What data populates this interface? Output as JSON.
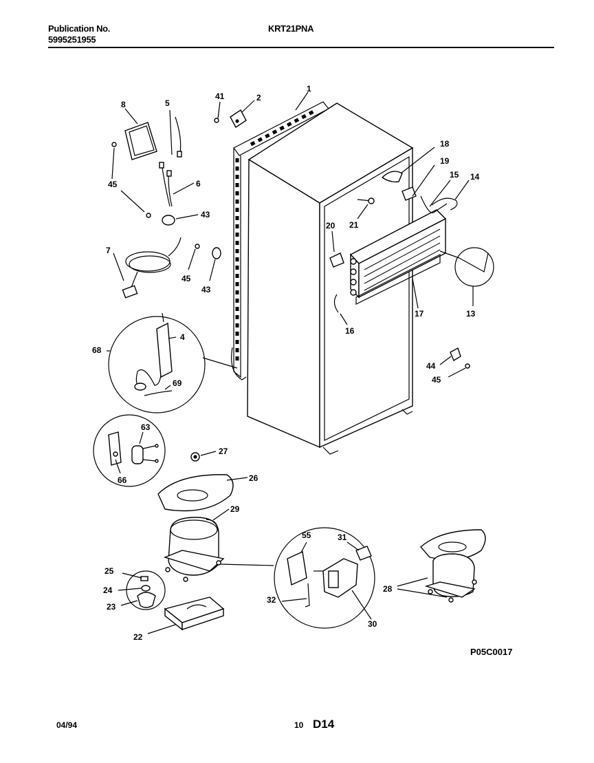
{
  "header": {
    "publication_label": "Publication No.",
    "publication_number": "5995251955",
    "model": "KRT21PNA"
  },
  "footer": {
    "date": "04/94",
    "page": "10",
    "sheet": "D14",
    "drawing_code": "P05C0017"
  },
  "callouts": [
    "1",
    "2",
    "4",
    "5",
    "6",
    "7",
    "8",
    "13",
    "14",
    "15",
    "16",
    "17",
    "18",
    "19",
    "20",
    "21",
    "22",
    "23",
    "24",
    "25",
    "26",
    "27",
    "28",
    "29",
    "30",
    "31",
    "32",
    "41",
    "43",
    "43",
    "44",
    "45",
    "45",
    "45",
    "55",
    "63",
    "66",
    "68",
    "69"
  ]
}
